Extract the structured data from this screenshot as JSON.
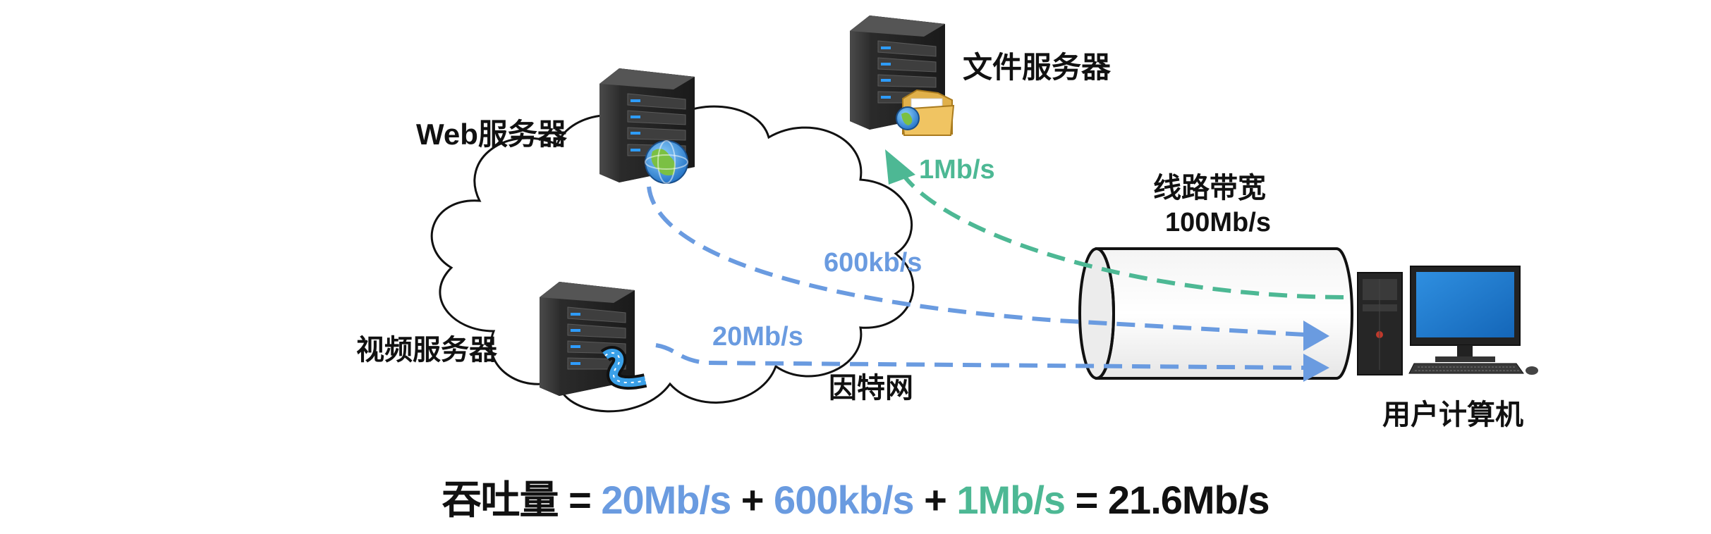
{
  "labels": {
    "web_server": "Web服务器",
    "file_server": "文件服务器",
    "video_server": "视频服务器",
    "user_computer": "用户计算机",
    "internet": "因特网",
    "link_title": "线路带宽",
    "link_bandwidth": "100Mb/s"
  },
  "rates": {
    "web": "600kb/s",
    "file": "1Mb/s",
    "video": "20Mb/s"
  },
  "formula": {
    "prefix": "吞吐量",
    "eq1": " = ",
    "term_video": "20Mb/s",
    "plus1": " + ",
    "term_web": "600kb/s",
    "plus2": " + ",
    "term_file": "1Mb/s",
    "eq2": " = ",
    "result": "21.6Mb/s"
  },
  "colors": {
    "blue": "#6a9be0",
    "green": "#4db894",
    "text": "#111111"
  },
  "icons": [
    "server-icon",
    "globe-icon",
    "folder-icon",
    "film-icon",
    "desktop-computer-icon",
    "cloud-icon",
    "pipe-icon"
  ]
}
